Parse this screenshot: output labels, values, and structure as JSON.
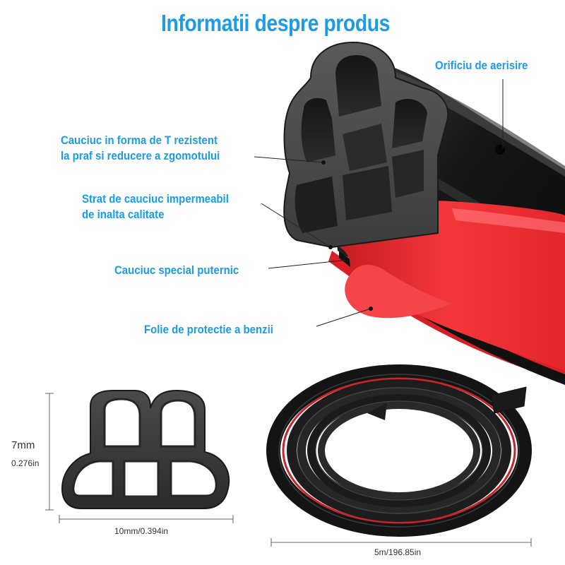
{
  "title": "Informatii despre produs",
  "callouts": {
    "vent_hole": "Orificiu de aerisire",
    "t_rubber_line1": "Cauciuc in forma de T rezistent",
    "t_rubber_line2": "la praf si reducere a zgomotului",
    "waterproof_line1": "Strat de cauciuc impermeabil",
    "waterproof_line2": "de inalta calitate",
    "strong_rubber": "Cauciuc special puternic",
    "tape_film": "Folie de protectie a benzii"
  },
  "dimensions": {
    "height_mm": "7mm",
    "height_in": "0.276in",
    "width": "10mm/0.394in",
    "length": "5m/196.85in"
  },
  "colors": {
    "accent_text": "#1a9de6",
    "rubber": "#1e1e1e",
    "tape": "#e3262b"
  }
}
